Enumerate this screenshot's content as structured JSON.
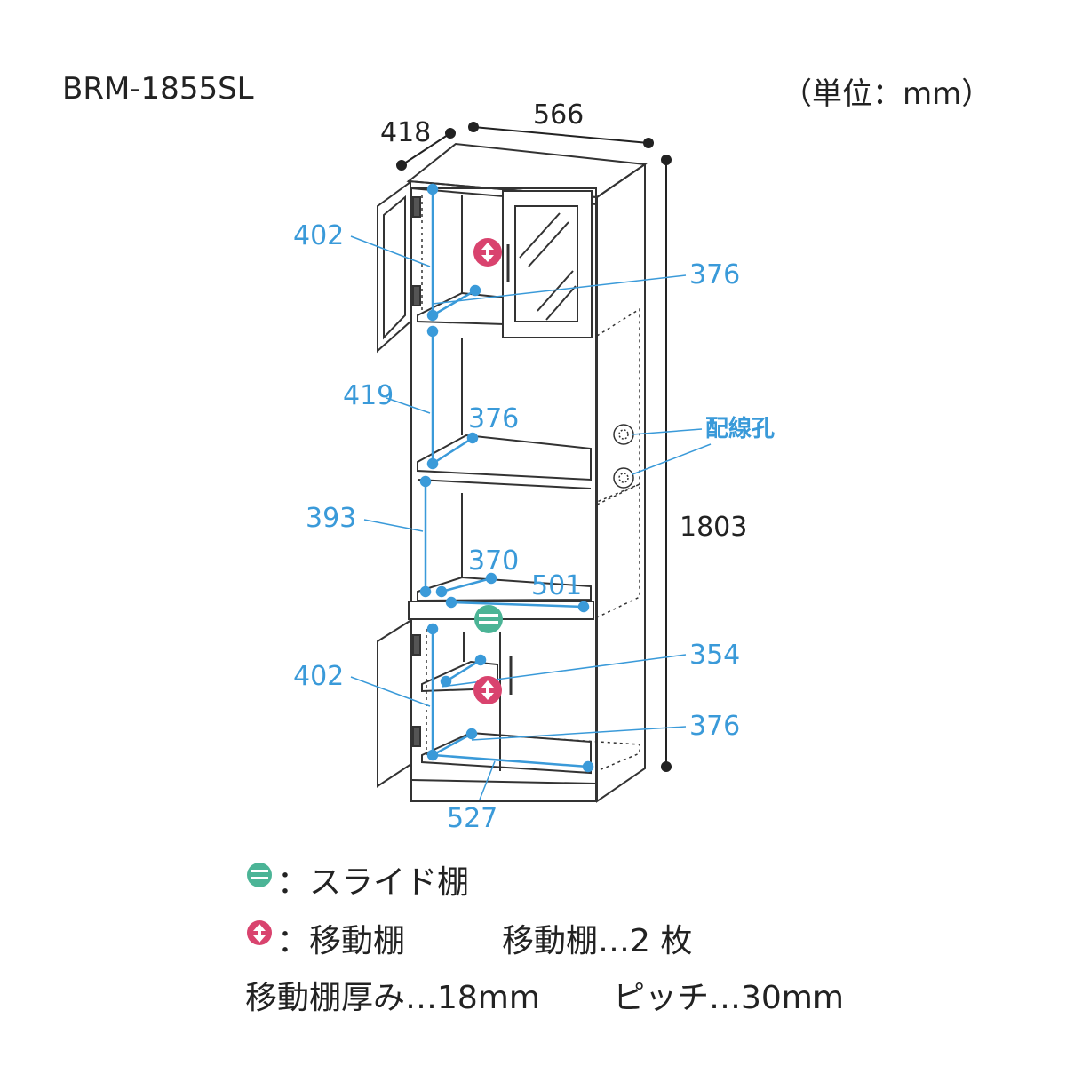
{
  "header": {
    "model": "BRM-1855SL",
    "unit": "（単位：mm）"
  },
  "overall": {
    "depth": "418",
    "width": "566",
    "height": "1803"
  },
  "dims": {
    "upper_door_h": "402",
    "upper_shelf_w": "376",
    "open_h": "419",
    "open_shelf_w": "376",
    "slide_space_h": "393",
    "slide_shelf_d": "370",
    "slide_shelf_w": "501",
    "lower_door_h": "402",
    "lower_shelf_w": "354",
    "bottom_shelf_w": "376",
    "inner_w": "527"
  },
  "callout": {
    "wiring_hole": "配線孔"
  },
  "legend": {
    "slide_label": "：スライド棚",
    "move_label": "：移動棚",
    "move_count": "移動棚…2 枚",
    "thickness": "移動棚厚み…18mm",
    "pitch": "ピッチ…30mm"
  },
  "colors": {
    "dim_blue": "#3a9ad9",
    "slide_green": "#4bb496",
    "move_pink": "#d9436e",
    "line": "#333333"
  }
}
